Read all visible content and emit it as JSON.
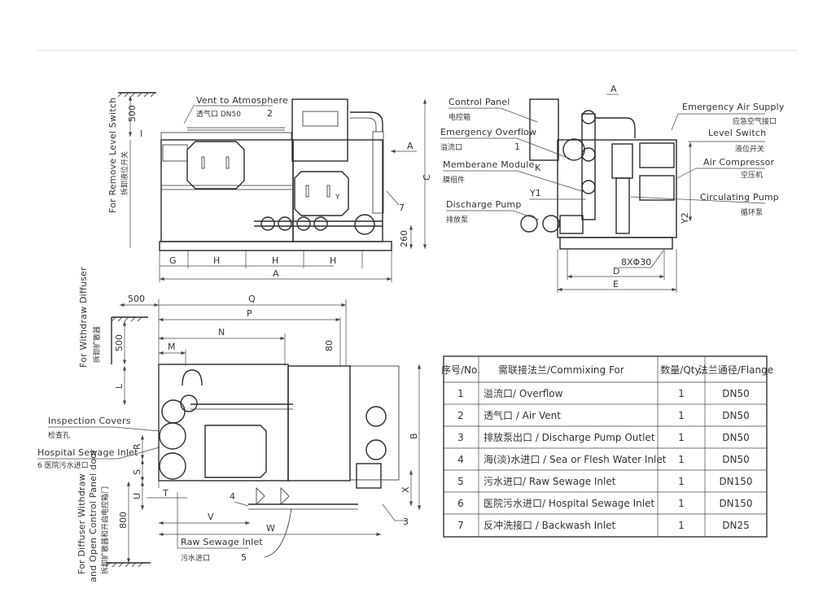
{
  "front_view": {
    "vent_label": "Vent to Atmosphere",
    "vent_cn": "透气口 DN50",
    "vent_no": "2",
    "remove_level_switch": "For Remove Level Switch",
    "remove_level_switch_cn": "拆卸液位开关",
    "dim_500": "500",
    "dim_I": "I",
    "dim_C": "C",
    "dim_260": "260",
    "dim_G": "G",
    "dim_H": "H",
    "dim_A": "A",
    "section_A": "A",
    "callout_7": "7",
    "mark_Y": "Y"
  },
  "side_view": {
    "section_title": "A",
    "control_panel": "Control Panel",
    "control_panel_cn": "电控箱",
    "emergency_overflow": "Emergency Overflow",
    "emergency_overflow_cn": "溢流口",
    "emergency_overflow_no": "1",
    "membrane_module": "Memberane Module",
    "membrane_module_cn": "膜组件",
    "discharge_pump": "Discharge Pump",
    "discharge_pump_cn": "排放泵",
    "emergency_air_supply": "Emergency Air Supply",
    "emergency_air_supply_cn": "应急空气接口",
    "level_switch": "Level Switch",
    "level_switch_cn": "液位开关",
    "air_compressor": "Air Compressor",
    "air_compressor_cn": "空压机",
    "circulating_pump": "Circulating Pump",
    "circulating_pump_cn": "循环泵",
    "dim_K": "K",
    "dim_Y1": "Y1",
    "dim_Y2": "Y2",
    "holes": "8XΦ30",
    "dim_D": "D",
    "dim_E": "E"
  },
  "plan_view": {
    "withdraw_diffuser": "For Withdraw Diffuser",
    "withdraw_diffuser_cn": "拆卸扩散器",
    "dim_500a": "500",
    "dim_500b": "500",
    "dim_Q": "Q",
    "dim_P": "P",
    "dim_N": "N",
    "dim_M": "M",
    "dim_L": "L",
    "dim_80": "80",
    "dim_B": "B",
    "dim_R": "R",
    "dim_S": "S",
    "dim_T": "T",
    "dim_U": "U",
    "dim_V": "V",
    "dim_W": "W",
    "dim_X": "X",
    "dim_800": "800",
    "inspection_covers": "Inspection Covers",
    "inspection_covers_cn": "检查孔",
    "hospital_inlet": "Hospital Sewage Inlet",
    "hospital_inlet_cn": "6  医院污水进口",
    "diffuser_door_1": "For Diffuser Withdraw",
    "diffuser_door_2": "and Open Control Panel door",
    "diffuser_door_cn": "拆卸扩散器和开启电控箱门",
    "raw_inlet": "Raw Sewage Inlet",
    "raw_inlet_cn": "污水进口",
    "raw_inlet_no": "5",
    "callout_4": "4",
    "callout_3": "3"
  },
  "table": {
    "headers": [
      "序号/No.",
      "需联接法兰/Commixing For",
      "数量/Qty.",
      "法兰通径/Flange"
    ],
    "rows": [
      {
        "no": "1",
        "item": "溢流口/ Overflow",
        "qty": "1",
        "flange": "DN50"
      },
      {
        "no": "2",
        "item": "透气口 / Air Vent",
        "qty": "1",
        "flange": "DN50"
      },
      {
        "no": "3",
        "item": "排放泵出口 / Discharge Pump Outlet",
        "qty": "1",
        "flange": "DN50"
      },
      {
        "no": "4",
        "item": "海(淡)水进口 / Sea or Flesh Water Inlet",
        "qty": "1",
        "flange": "DN50"
      },
      {
        "no": "5",
        "item": "污水进口/ Raw Sewage Inlet",
        "qty": "1",
        "flange": "DN150"
      },
      {
        "no": "6",
        "item": "医院污水进口/ Hospital Sewage Inlet",
        "qty": "1",
        "flange": "DN150"
      },
      {
        "no": "7",
        "item": "反冲洗接口 / Backwash Inlet",
        "qty": "1",
        "flange": "DN25"
      }
    ]
  }
}
